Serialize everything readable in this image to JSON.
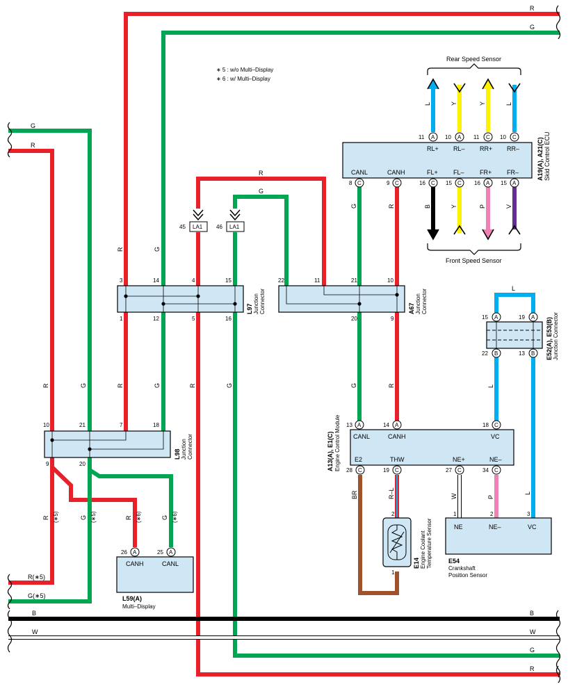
{
  "notes": {
    "n5": "∗ 5 : w/o Multi–Display",
    "n6": "∗ 6 : w/ Multi–Display"
  },
  "wire_labels": {
    "R": "R",
    "G": "G",
    "B": "B",
    "W": "W",
    "L": "L",
    "Y": "Y",
    "P": "P",
    "V": "V",
    "BR": "BR",
    "RL": "R–L",
    "R5": "R(∗5)",
    "G5": "G(∗5)",
    "s5": "(∗5)",
    "s6": "(∗6)"
  },
  "rear_speed_sensor": "Rear Speed Sensor",
  "front_speed_sensor": "Front Speed Sensor",
  "skid_ecu": {
    "code": "A19(A), A21(C)",
    "name": "Skid Control ECU",
    "top_pins": [
      {
        "num": "11",
        "letter": "A",
        "label": "RL+"
      },
      {
        "num": "10",
        "letter": "A",
        "label": "RL–"
      },
      {
        "num": "11",
        "letter": "C",
        "label": "RR+"
      },
      {
        "num": "10",
        "letter": "C",
        "label": "RR–"
      }
    ],
    "bottom_pins": [
      {
        "num": "8",
        "letter": "C",
        "label": "CANL"
      },
      {
        "num": "9",
        "letter": "C",
        "label": "CANH"
      },
      {
        "num": "16",
        "letter": "C",
        "label": "FL+"
      },
      {
        "num": "15",
        "letter": "C",
        "label": "FL–"
      },
      {
        "num": "16",
        "letter": "A",
        "label": "FR+"
      },
      {
        "num": "15",
        "letter": "A",
        "label": "FR–"
      }
    ]
  },
  "la1": {
    "label": "LA1",
    "pin45": "45",
    "pin46": "46"
  },
  "l97": {
    "code": "L97",
    "name1": "Junction",
    "name2": "Connector",
    "top": [
      "3",
      "14",
      "4",
      "15"
    ],
    "bottom": [
      "1",
      "12",
      "5",
      "16"
    ]
  },
  "a67": {
    "code": "A67",
    "name1": "Junction",
    "name2": "Connector",
    "top": [
      "22",
      "11",
      "21",
      "10"
    ],
    "bottom": [
      "20",
      "9"
    ]
  },
  "e52": {
    "code": "E52(A), E53(B)",
    "name": "Junction Connector",
    "pins": [
      {
        "num": "15",
        "letter": "A"
      },
      {
        "num": "19",
        "letter": "A"
      },
      {
        "num": "22",
        "letter": "B"
      },
      {
        "num": "13",
        "letter": "B"
      }
    ]
  },
  "l98": {
    "code": "L98",
    "name1": "Junction",
    "name2": "Connector",
    "top": [
      "10",
      "21",
      "7",
      "18"
    ],
    "bottom": [
      "9",
      "20"
    ]
  },
  "ecm": {
    "code": "A13(A), E1(C)",
    "name": "Engine Control Module",
    "top_pins": [
      {
        "num": "13",
        "letter": "A",
        "label": "CANL"
      },
      {
        "num": "14",
        "letter": "A",
        "label": "CANH"
      },
      {
        "num": "18",
        "letter": "C",
        "label": "VC"
      }
    ],
    "bottom_pins": [
      {
        "num": "28",
        "letter": "C",
        "label": "E2"
      },
      {
        "num": "19",
        "letter": "C",
        "label": "THW"
      },
      {
        "num": "27",
        "letter": "C",
        "label": "NE+"
      },
      {
        "num": "34",
        "letter": "C",
        "label": "NE–"
      }
    ]
  },
  "e14": {
    "code": "E14",
    "name1": "Engine Coolant",
    "name2": "Temperature Sensor",
    "pin1": "1",
    "pin2": "2"
  },
  "e54": {
    "code": "E54",
    "name1": "Crankshaft",
    "name2": "Position Sensor",
    "pins": [
      {
        "num": "1",
        "label": "NE"
      },
      {
        "num": "2",
        "label": "NE–"
      },
      {
        "num": "3",
        "label": "VC"
      }
    ]
  },
  "l59": {
    "code": "L59(A)",
    "name": "Multi–Display",
    "pins": [
      {
        "num": "26",
        "letter": "A",
        "label": "CANH"
      },
      {
        "num": "25",
        "letter": "A",
        "label": "CANL"
      }
    ]
  },
  "colors": {
    "red": "#e8202a",
    "green": "#00a651",
    "blue": "#00aeef",
    "yellow": "#fff200",
    "pink": "#ee82b4",
    "violet": "#662d91",
    "brown": "#a0522d",
    "black": "#000000",
    "box": "#cfe6f5"
  }
}
